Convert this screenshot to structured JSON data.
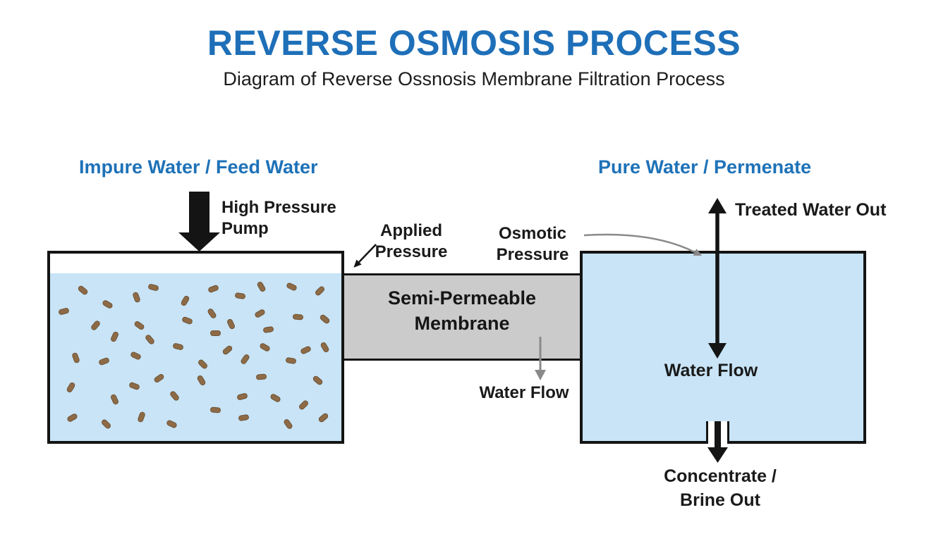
{
  "header": {
    "title": "REVERSE OSMOSIS PROCESS",
    "subtitle": "Diagram of Reverse Ossnosis Membrane Filtration Process"
  },
  "labels": {
    "feed_water": "Impure Water / Feed Water",
    "permeate": "Pure Water / Permenate",
    "high_pressure_pump": "High Pressure Pump",
    "applied_pressure": "Applied Pressure",
    "osmotic_pressure": "Osmotic Pressure",
    "membrane": "Semi-Permeable Membrane",
    "treated_water_out": "Treated Water Out",
    "water_flow_right": "Water Flow",
    "water_flow_middle": "Water Flow",
    "concentrate_brine_out": "Concentrate / Brine Out"
  },
  "colors": {
    "title_blue": "#1e6fb8",
    "label_blue": "#1e72b8",
    "text_black": "#1a1a1a",
    "water_light_blue": "#c8e4f6",
    "membrane_gray": "#cbcbcb",
    "particle_brown": "#8e6b47",
    "arrow_gray": "#8a8a8a",
    "tank_border": "#141414"
  },
  "left_tank": {
    "particles": [
      [
        117,
        412,
        40
      ],
      [
        217,
        408,
        15
      ],
      [
        302,
        410,
        -20
      ],
      [
        370,
        407,
        60
      ],
      [
        413,
        407,
        25
      ],
      [
        453,
        413,
        -45
      ],
      [
        193,
        422,
        70
      ],
      [
        340,
        420,
        10
      ],
      [
        262,
        427,
        -60
      ],
      [
        152,
        432,
        30
      ],
      [
        90,
        442,
        -15
      ],
      [
        300,
        445,
        55
      ],
      [
        368,
        445,
        -30
      ],
      [
        422,
        450,
        5
      ],
      [
        460,
        453,
        40
      ],
      [
        135,
        462,
        -50
      ],
      [
        265,
        455,
        20
      ],
      [
        327,
        460,
        65
      ],
      [
        380,
        468,
        -10
      ],
      [
        197,
        462,
        35
      ],
      [
        162,
        478,
        -65
      ],
      [
        212,
        482,
        50
      ],
      [
        305,
        473,
        0
      ],
      [
        433,
        497,
        -25
      ],
      [
        460,
        493,
        60
      ],
      [
        252,
        492,
        15
      ],
      [
        322,
        497,
        -40
      ],
      [
        375,
        493,
        30
      ],
      [
        107,
        508,
        70
      ],
      [
        147,
        513,
        -20
      ],
      [
        287,
        517,
        45
      ],
      [
        347,
        510,
        -55
      ],
      [
        412,
        512,
        10
      ],
      [
        192,
        505,
        25
      ],
      [
        225,
        537,
        -35
      ],
      [
        285,
        540,
        60
      ],
      [
        370,
        535,
        -5
      ],
      [
        450,
        540,
        40
      ],
      [
        100,
        550,
        -60
      ],
      [
        190,
        548,
        20
      ],
      [
        247,
        562,
        50
      ],
      [
        343,
        563,
        -15
      ],
      [
        390,
        565,
        30
      ],
      [
        430,
        575,
        -45
      ],
      [
        162,
        567,
        65
      ],
      [
        305,
        582,
        5
      ],
      [
        102,
        593,
        -30
      ],
      [
        150,
        602,
        45
      ],
      [
        200,
        592,
        -70
      ],
      [
        243,
        602,
        25
      ],
      [
        345,
        593,
        -10
      ],
      [
        408,
        602,
        55
      ],
      [
        458,
        593,
        -40
      ]
    ]
  }
}
